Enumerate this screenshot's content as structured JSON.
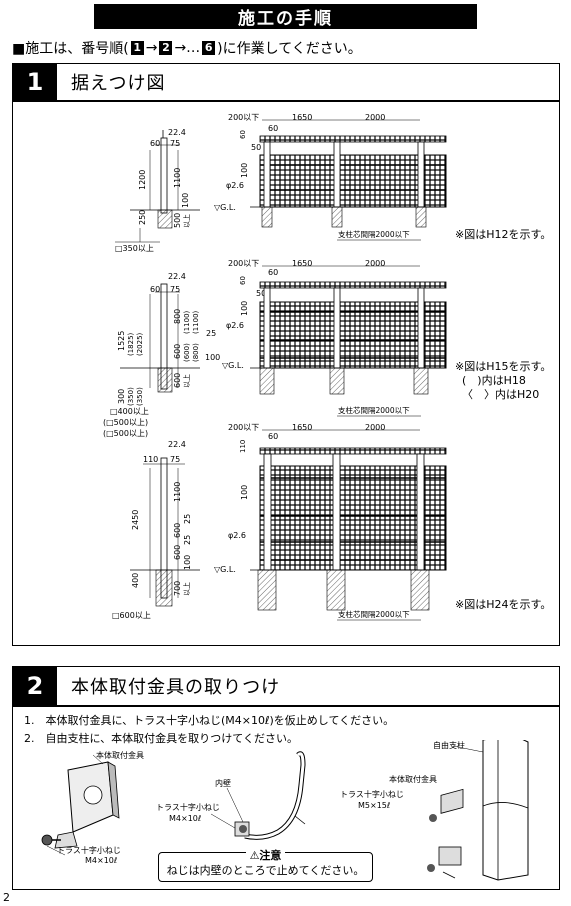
{
  "page_title": "施工の手順",
  "intro": {
    "prefix": "■施工は、番号順(",
    "n1": "1",
    "arrow1": "→",
    "n2": "2",
    "arrow2": "→…",
    "n6": "6",
    "suffix": ")に作業してください。"
  },
  "section1": {
    "number": "1",
    "title": "据えつけ図",
    "d1": {
      "top": {
        "a": "200以下",
        "b": "1650",
        "c": "2000",
        "d": "60",
        "e": "60",
        "f": "50"
      },
      "side": {
        "w1": "60",
        "w2": "75",
        "w3": "22.4",
        "h1": "1200",
        "h2": "1100",
        "h3": "100",
        "h4": "250",
        "h5": "500",
        "h6": "以上"
      },
      "mid": {
        "a": "100",
        "b": "φ2.6",
        "gl": "▽G.L."
      },
      "bottom": {
        "base": "□350以上",
        "span": "支柱芯間隔2000以下"
      },
      "note": "※図はH12を示す。"
    },
    "d2": {
      "top": {
        "a": "200以下",
        "b": "1650",
        "c": "2000",
        "d": "60",
        "e": "60",
        "f": "50"
      },
      "side": {
        "w1": "60",
        "w2": "75",
        "w3": "22.4",
        "h1": "1525",
        "h1b": "(1825)",
        "h1c": "(2025)",
        "h2": "800",
        "h2b": "(1100)",
        "h2c": "(1100)",
        "h3": "600",
        "h3b": "(600)",
        "h3c": "(800)",
        "h4": "25",
        "h5": "100",
        "h6": "300",
        "h6b": "(350)",
        "h6c": "(350)",
        "h7": "600",
        "h7b": "以上"
      },
      "mid": {
        "a": "100",
        "b": "φ2.6",
        "gl": "▽G.L."
      },
      "bottom": {
        "base": "□400以上",
        "base2": "(□500以上)",
        "base3": "(□500以上)",
        "span": "支柱芯間隔2000以下"
      },
      "note": "※図はH15を示す。",
      "note2": "(　)内はH18",
      "note3": "〈　〉内はH20"
    },
    "d3": {
      "top": {
        "a": "200以下",
        "b": "1650",
        "c": "2000",
        "d": "110",
        "e": "60"
      },
      "side": {
        "w1": "110",
        "w2": "75",
        "w3": "22.4",
        "h1": "2450",
        "h2": "1100",
        "h3": "600",
        "h4": "25",
        "h5": "600",
        "h6": "25",
        "h7": "100",
        "h8": "400",
        "h9": "700",
        "h10": "以上"
      },
      "mid": {
        "a": "100",
        "b": "φ2.6",
        "gl": "▽G.L."
      },
      "bottom": {
        "base": "□600以上",
        "span": "支柱芯間隔2000以下"
      },
      "note": "※図はH24を示す。"
    }
  },
  "section2": {
    "number": "2",
    "title": "本体取付金具の取りつけ",
    "step1": "1.　本体取付金具に、トラス十字小ねじ(M4×10ℓ)を仮止めしてください。",
    "step2": "2.　自由支柱に、本体取付金具を取りつけてください。",
    "labels": {
      "bracket": "本体取付金具",
      "screw": "トラス十字小ねじ",
      "screw_size": "M4×10ℓ",
      "inner_wall": "内壁",
      "screw2": "トラス十字小ねじ",
      "screw2_size": "M4×10ℓ",
      "free_post": "自由支柱",
      "bracket2": "本体取付金具",
      "screw3": "トラス十字小ねじ",
      "screw3_size": "M5×15ℓ"
    },
    "caution_title": "⚠注意",
    "caution_text": "ねじは内壁のところで止めてください。"
  },
  "page_number": "2"
}
